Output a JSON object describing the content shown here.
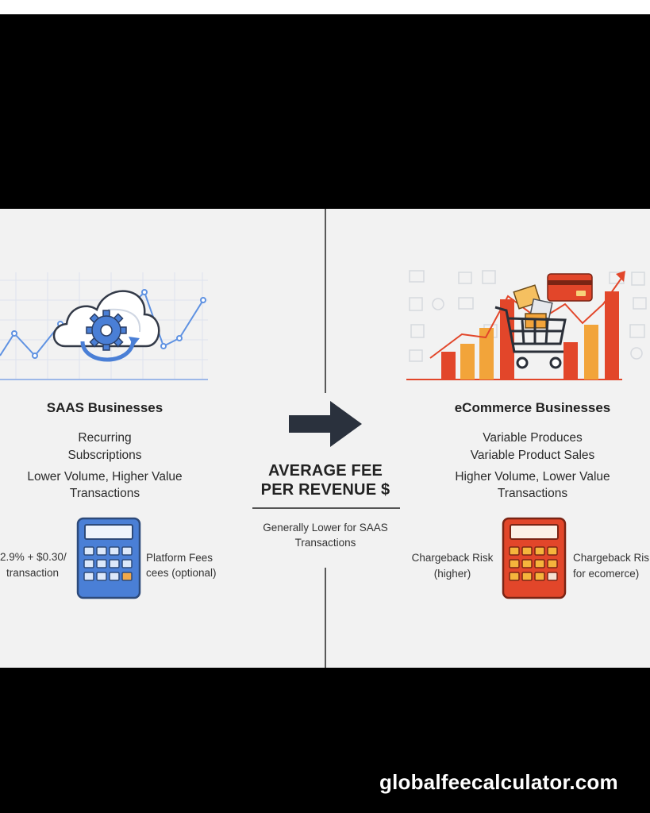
{
  "center": {
    "title_line1": "AVERAGE FEE",
    "title_line2": "PER REVENUE $",
    "note_line1": "Generally Lower for SAAS",
    "note_line2": "Transactions",
    "arrow_icon": "arrow-right-icon"
  },
  "saas": {
    "heading": "SAAS Businesses",
    "line1": "Recurring",
    "line2": "Subscriptions",
    "line3": "Lower Volume, Higher Value",
    "line4": "Transactions",
    "left_note_line1": "2.9% + $0.30/",
    "left_note_line2": "transaction",
    "right_note_line1": "Platform Fees",
    "right_note_line2": "cees (optional)",
    "illustration_icon": "cloud-gear-icon",
    "calculator_icon": "calculator-icon",
    "accent_color": "#4a7fd6"
  },
  "ecommerce": {
    "heading": "eCommerce Businesses",
    "line1": "Variable Produces",
    "line2": "Variable Product Sales",
    "line3": "Higher Volume, Lower Value",
    "line4": "Transactions",
    "left_note_line1": "Chargeback Risk",
    "left_note_line2": "(higher)",
    "right_note_line1": "Chargeback Ris",
    "right_note_line2": "for ecomerce)",
    "illustration_icon": "shopping-cart-icon",
    "calculator_icon": "calculator-icon",
    "accent_color": "#e2462a"
  },
  "footer": {
    "brand": "globalfeecalculator.com"
  }
}
